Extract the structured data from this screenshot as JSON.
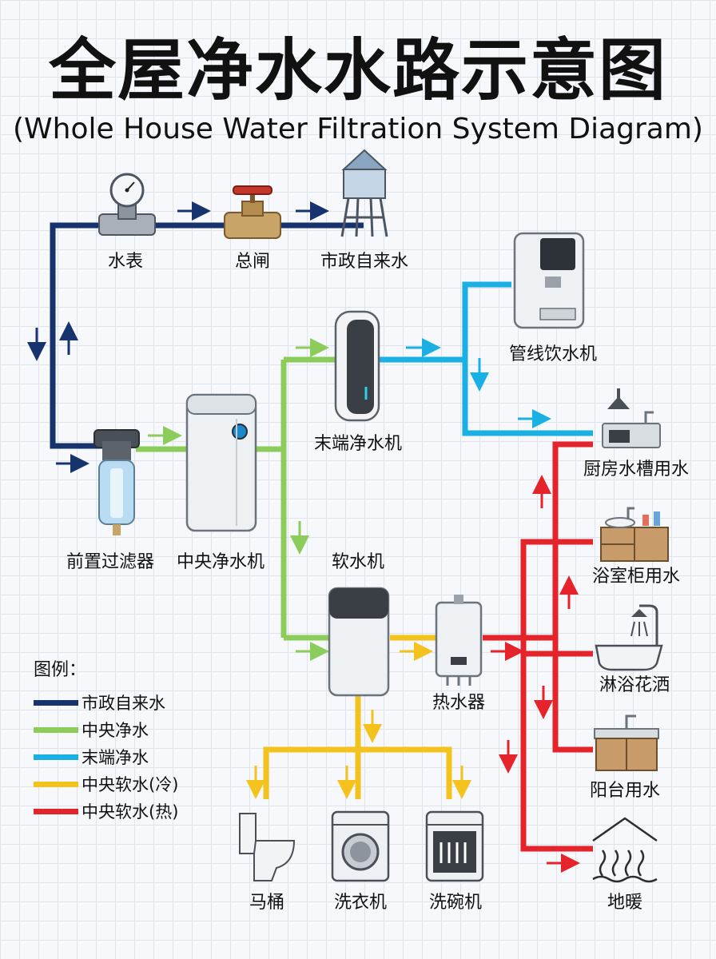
{
  "title": "全屋净水水路示意图",
  "subtitle": "(Whole House Water Filtration System Diagram)",
  "colors": {
    "municipal": "#17336e",
    "central": "#8ccc5a",
    "terminal": "#1bb0e4",
    "soft_cold": "#f3c21c",
    "soft_hot": "#e5232b"
  },
  "components": {
    "water_meter": "水表",
    "main_valve": "总闸",
    "municipal_supply": "市政自来水",
    "pipeline_dispenser": "管线饮水机",
    "terminal_purifier": "末端净水机",
    "kitchen_sink": "厨房水槽用水",
    "pre_filter": "前置过滤器",
    "central_purifier": "中央净水机",
    "softener": "软水机",
    "bathroom_cabinet": "浴室柜用水",
    "water_heater": "热水器",
    "shower": "淋浴花洒",
    "balcony": "阳台用水",
    "toilet": "马桶",
    "washing_machine": "洗衣机",
    "dishwasher": "洗碗机",
    "floor_heating": "地暖"
  },
  "legend": {
    "title": "图例：",
    "items": [
      {
        "label": "市政自来水",
        "color": "#17336e"
      },
      {
        "label": "中央净水",
        "color": "#8ccc5a"
      },
      {
        "label": "末端净水",
        "color": "#1bb0e4"
      },
      {
        "label": "中央软水(冷)",
        "color": "#f3c21c"
      },
      {
        "label": "中央软水(热)",
        "color": "#e5232b"
      }
    ]
  }
}
